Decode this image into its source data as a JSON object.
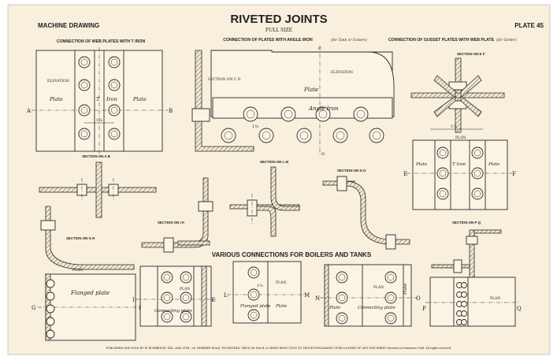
{
  "header": {
    "title": "RIVETED JOINTS",
    "subtitle": "FULL SIZE",
    "left": "MACHINE DRAWING",
    "right": "PLATE 45"
  },
  "captions": {
    "web_t_iron": "CONNECTION OF WEB PLATES WITH T IRON",
    "angle_iron": "CONNECTION OF PLATES WITH ANGLE IRON",
    "angle_iron_note": "(for Tank or Cistern)",
    "gusset": "CONNECTION OF GUSSET PLATES WITH WEB PLATE",
    "gusset_note": "(for Girder)",
    "boilers": "VARIOUS CONNECTIONS FOR BOILERS AND TANKS"
  },
  "sections": {
    "ab": "SECTION ON A B",
    "cd": "SECTION ON C D",
    "ef": "SECTION ON E F",
    "lm": "SECTION ON L M",
    "no": "SECTION ON N O",
    "ik": "SECTION ON I K",
    "gh": "SECTION ON G H",
    "pq": "SECTION ON P Q"
  },
  "labels": {
    "elevation": "ELEVATION",
    "plan": "PLAN",
    "plate": "Plate",
    "t": "T",
    "iron": "Iron",
    "angle_iron": "Angle Iron",
    "t_iron": "T Iron",
    "flanged_plate": "Flanged plate",
    "connecting_plate": "Connecting plate",
    "dim": "1⅞",
    "dim_small": "1⅜"
  },
  "letters": [
    "A",
    "B",
    "C",
    "D",
    "E",
    "F",
    "G",
    "H",
    "I",
    "K",
    "L",
    "M",
    "N",
    "O",
    "P",
    "Q"
  ],
  "footer": "PUBLISHED AND SOLD BY W. BUSBRIDGE, DEL. AND LITH., 26, HERBERT ROAD, PLUMSTEAD.   PRICE 6d. EACH. A GREAT REDUCTION TO THOSE PURCHASING OVER A DOZEN OF ANY ONE SHEET.   Entered at Stationers' Hall.   All rights reserved."
}
